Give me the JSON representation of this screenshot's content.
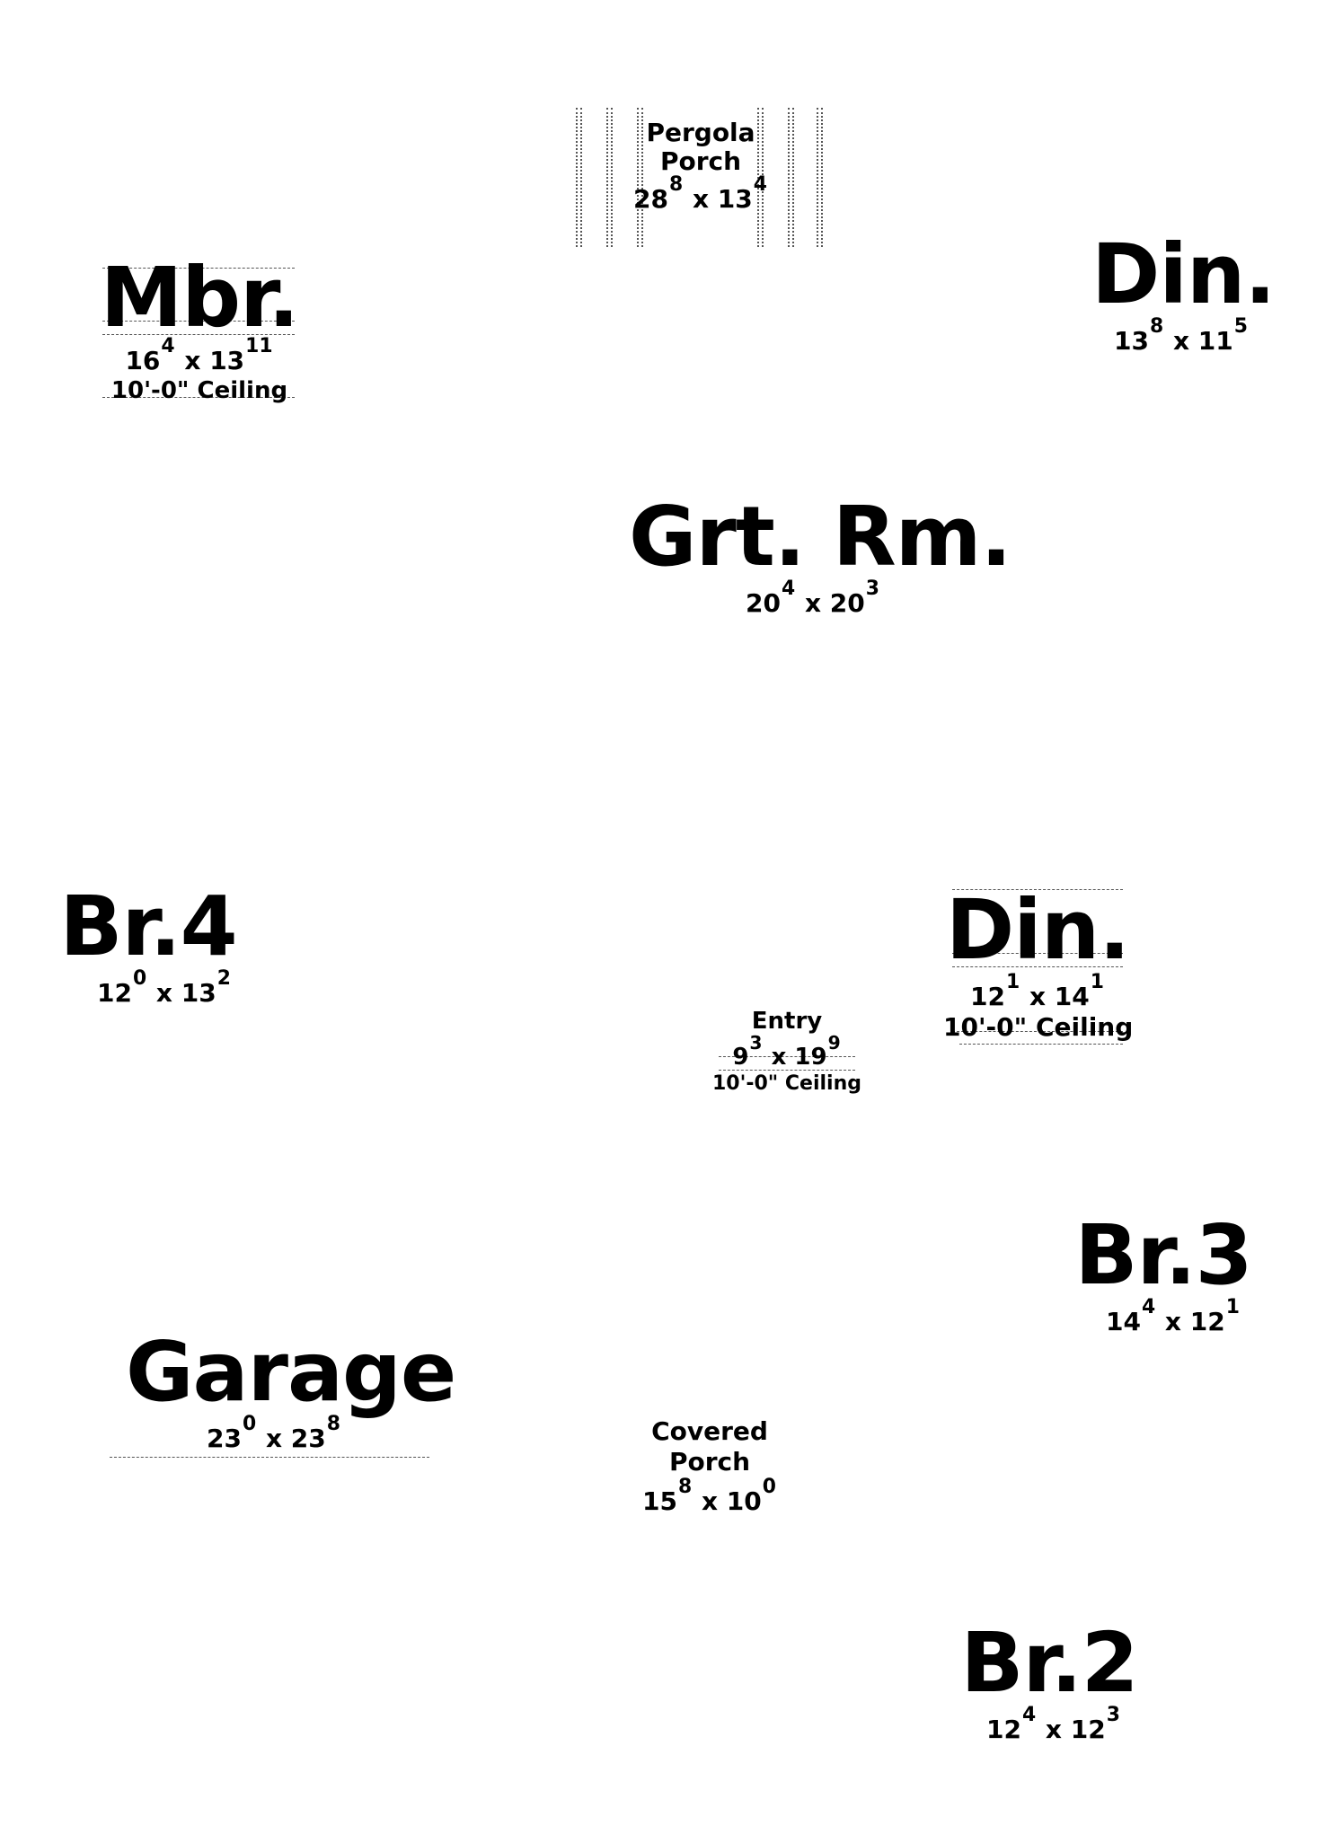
{
  "rooms": {
    "pergola": {
      "name_line1": "Pergola",
      "name_line2": "Porch",
      "w": "28",
      "w_in": "8",
      "h": "13",
      "h_in": "4"
    },
    "mbr": {
      "name": "Mbr.",
      "w": "16",
      "w_in": "4",
      "h": "13",
      "h_in": "11",
      "ceiling": "10'-0\" Ceiling"
    },
    "din_top": {
      "name": "Din.",
      "w": "13",
      "w_in": "8",
      "h": "11",
      "h_in": "5"
    },
    "grt_rm": {
      "name": "Grt. Rm.",
      "w": "20",
      "w_in": "4",
      "h": "20",
      "h_in": "3"
    },
    "br4": {
      "name": "Br.4",
      "w": "12",
      "w_in": "0",
      "h": "13",
      "h_in": "2"
    },
    "din_mid": {
      "name": "Din.",
      "w": "12",
      "w_in": "1",
      "h": "14",
      "h_in": "1",
      "ceiling": "10'-0\" Ceiling"
    },
    "entry": {
      "name": "Entry",
      "w": "9",
      "w_in": "3",
      "h": "19",
      "h_in": "9",
      "ceiling": "10'-0\" Ceiling"
    },
    "br3": {
      "name": "Br.3",
      "w": "14",
      "w_in": "4",
      "h": "12",
      "h_in": "1"
    },
    "garage": {
      "name": "Garage",
      "w": "23",
      "w_in": "0",
      "h": "23",
      "h_in": "8"
    },
    "covered_porch": {
      "name_line1": "Covered",
      "name_line2": "Porch",
      "w": "15",
      "w_in": "8",
      "h": "10",
      "h_in": "0"
    },
    "br2": {
      "name": "Br.2",
      "w": "12",
      "w_in": "4",
      "h": "12",
      "h_in": "3"
    }
  }
}
